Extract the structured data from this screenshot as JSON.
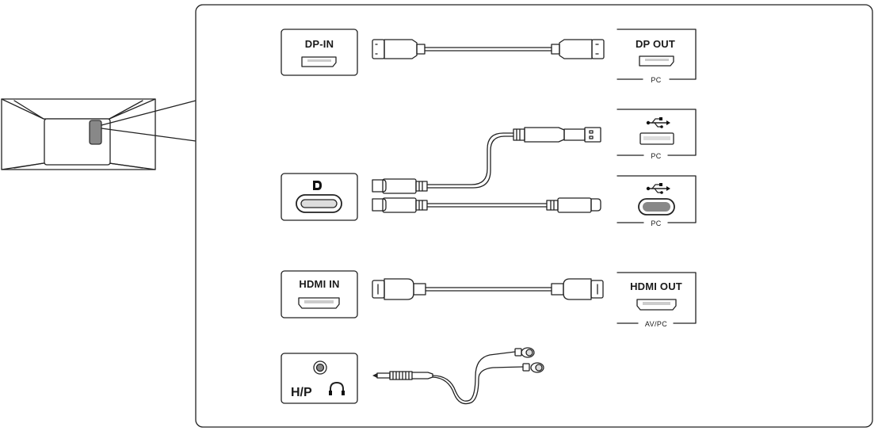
{
  "ports": {
    "dp_in": {
      "label": "DP-IN"
    },
    "dp_out": {
      "label": "DP OUT",
      "sub": "PC"
    },
    "usb_a": {
      "sub": "PC"
    },
    "usb_c": {
      "sub": "PC"
    },
    "hdmi_in": {
      "label": "HDMI IN"
    },
    "hdmi_out": {
      "label": "HDMI OUT",
      "sub": "AV/PC"
    },
    "hp": {
      "label": "H/P"
    }
  },
  "icons": {
    "monitor": "monitor-back-icon",
    "displayport": "displayport-logo-icon",
    "usb": "usb-trident-icon",
    "headphones": "headphones-icon",
    "audio_jack": "audio-jack-icon"
  },
  "colors": {
    "line": "#222222",
    "port_fill": "#dddddd",
    "highlight": "#888888"
  }
}
